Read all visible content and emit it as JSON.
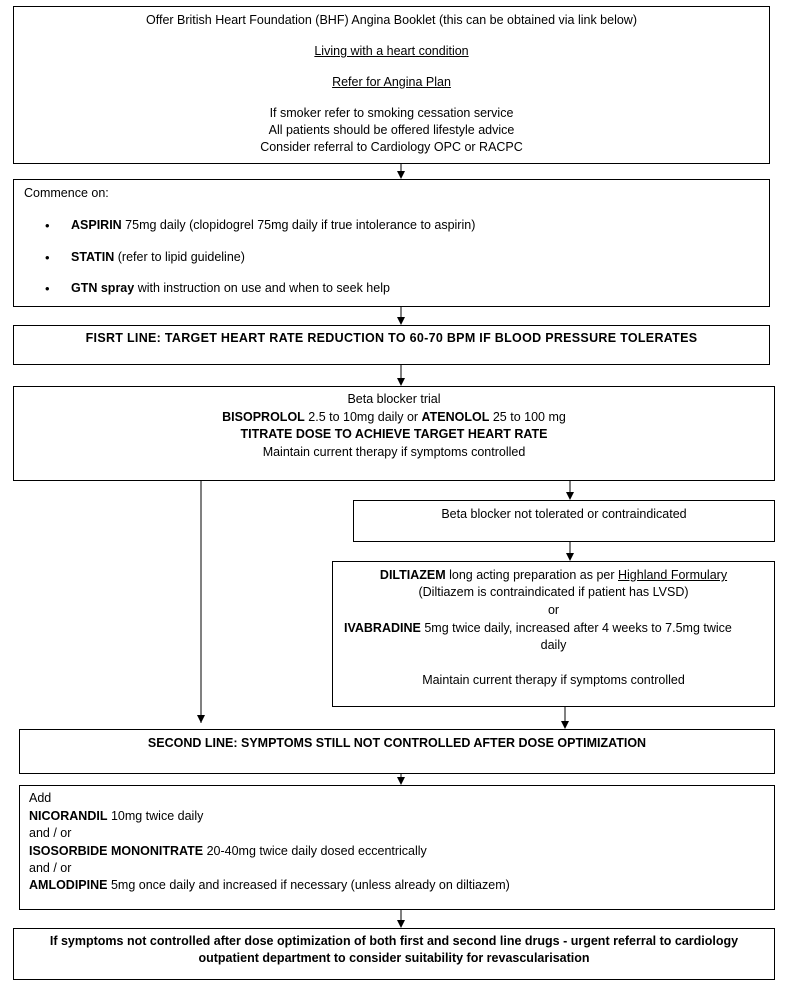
{
  "box1": {
    "line1": "Offer British Heart Foundation (BHF) Angina Booklet (this can be obtained via link below)",
    "link1": "Living with a heart condition",
    "link2": "Refer for Angina Plan",
    "line4": "If smoker refer to smoking cessation service",
    "line5": "All patients should be offered lifestyle advice",
    "line6": "Consider referral to Cardiology OPC or RACPC"
  },
  "box2": {
    "intro": "Commence on:",
    "items": [
      {
        "drug": "ASPIRIN",
        "text": " 75mg daily (clopidogrel 75mg daily if true intolerance to aspirin)"
      },
      {
        "drug": "STATIN",
        "text": " (refer to lipid guideline)"
      },
      {
        "drug": "GTN spray",
        "text": " with instruction on use and when to seek help"
      }
    ]
  },
  "box3": {
    "text": "FISRT LINE: TARGET HEART RATE REDUCTION TO 60-70 BPM IF BLOOD PRESSURE TOLERATES"
  },
  "box4": {
    "line1": "Beta blocker trial",
    "drug1": "BISOPROLOL",
    "dose1": "  2.5 to 10mg daily or ",
    "drug2": "ATENOLOL",
    "dose2": " 25 to 100 mg",
    "line3": "TITRATE DOSE TO ACHIEVE TARGET HEART RATE",
    "line4": "Maintain current therapy if symptoms controlled"
  },
  "box5": {
    "text": "Beta blocker not tolerated or contraindicated"
  },
  "box6": {
    "drug1": "DILTIAZEM",
    "text1": " long acting preparation as per ",
    "link": "Highland Formulary",
    "line2": "(Diltiazem is contraindicated if patient has LVSD)",
    "line3": "or",
    "drug2": "IVABRADINE",
    "text2": "  5mg twice daily, increased after 4 weeks to 7.5mg twice",
    "text2b": "daily",
    "line5": "Maintain current therapy if symptoms controlled"
  },
  "box7": {
    "text": "SECOND LINE: SYMPTOMS STILL NOT CONTROLLED AFTER DOSE OPTIMIZATION"
  },
  "box8": {
    "line1": "Add",
    "drug1": "NICORANDIL",
    "dose1": "  10mg twice daily",
    "andor1": "and / or",
    "drug2": "ISOSORBIDE MONONITRATE",
    "dose2": "  20-40mg twice daily dosed eccentrically",
    "andor2": "and / or",
    "drug3": "AMLODIPINE",
    "dose3": " 5mg once daily and increased if necessary (unless already on diltiazem)"
  },
  "box9": {
    "line1": "If symptoms not controlled after dose optimization of both first and second line drugs - urgent referral to cardiology",
    "line2": "outpatient department to consider suitability for revascularisation"
  }
}
